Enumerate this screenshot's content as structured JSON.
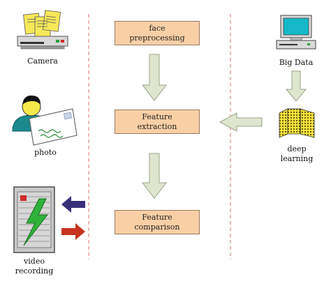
{
  "process_boxes": [
    {
      "text": "face\npreprocessing"
    },
    {
      "text": "Feature\nextraction"
    },
    {
      "text": "Feature\ncomparison"
    }
  ],
  "inputs": {
    "camera_label": "Camera",
    "photo_label": "photo",
    "video_label": "video\nrecording"
  },
  "resources": {
    "big_data_label": "Big Data",
    "deep_learning_label": "deep\nlearning"
  },
  "colors": {
    "box_fill": "#f9cfa6",
    "flow_arrow": "#dfe6cf",
    "output_arrow": "#3a2f7a",
    "input_arrow": "#c6341f",
    "divider": "#e07070"
  },
  "icons": [
    "camera-icon",
    "photo-icon",
    "video-recording-icon",
    "computer-icon",
    "deep-learning-icon"
  ]
}
